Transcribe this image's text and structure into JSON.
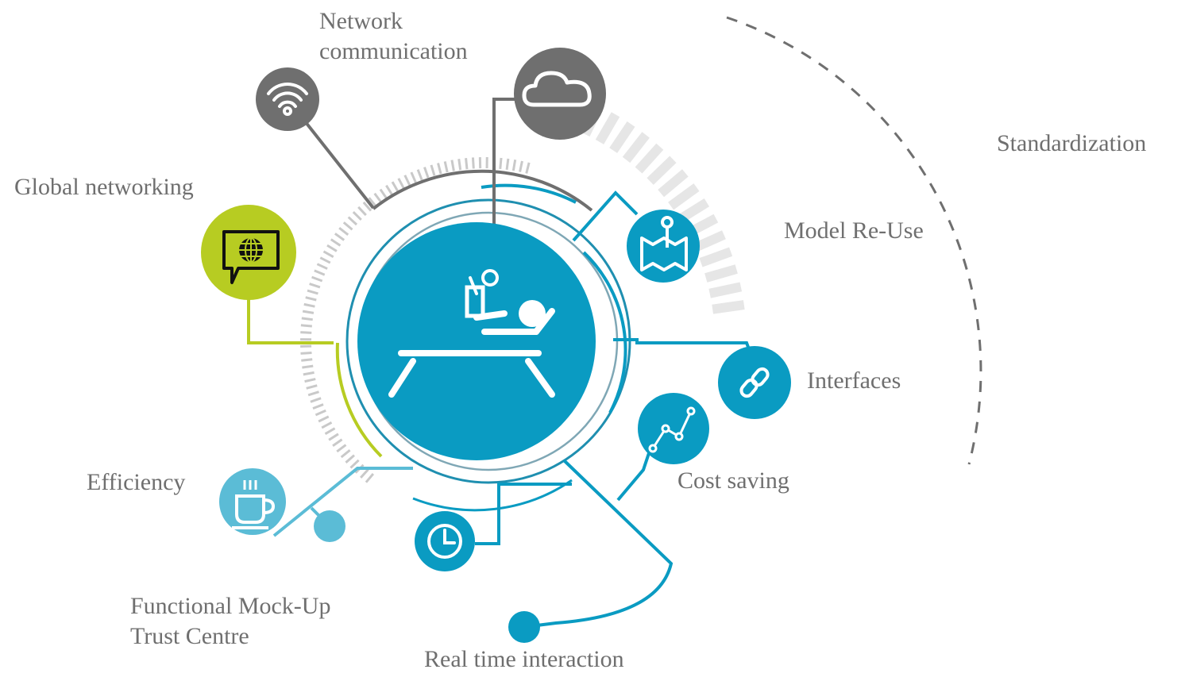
{
  "labels": {
    "network_communication_line1": "Network",
    "network_communication_line2": "communication",
    "standardization": "Standardization",
    "global_networking": "Global networking",
    "model_reuse": "Model Re-Use",
    "interfaces": "Interfaces",
    "cost_saving": "Cost saving",
    "efficiency": "Efficiency",
    "fmu_trust_centre_line1": "Functional Mock-Up",
    "fmu_trust_centre_line2": "Trust Centre",
    "real_time_interaction": "Real time interaction"
  },
  "icons": {
    "center": "person-relaxing-lounger-icon",
    "network": "wifi-icon",
    "cloud": "cloud-icon",
    "global": "globe-speech-bubble-icon",
    "model": "map-pin-icon",
    "interfaces": "chain-link-icon",
    "cost": "line-chart-icon",
    "efficiency": "coffee-cup-icon",
    "realtime": "clock-icon"
  },
  "colors": {
    "blue": "#0a9bc2",
    "light_blue": "#5bbcd6",
    "grey": "#6f6f6f",
    "lime": "#b7cc22",
    "light_grey": "#dcdcdc"
  }
}
